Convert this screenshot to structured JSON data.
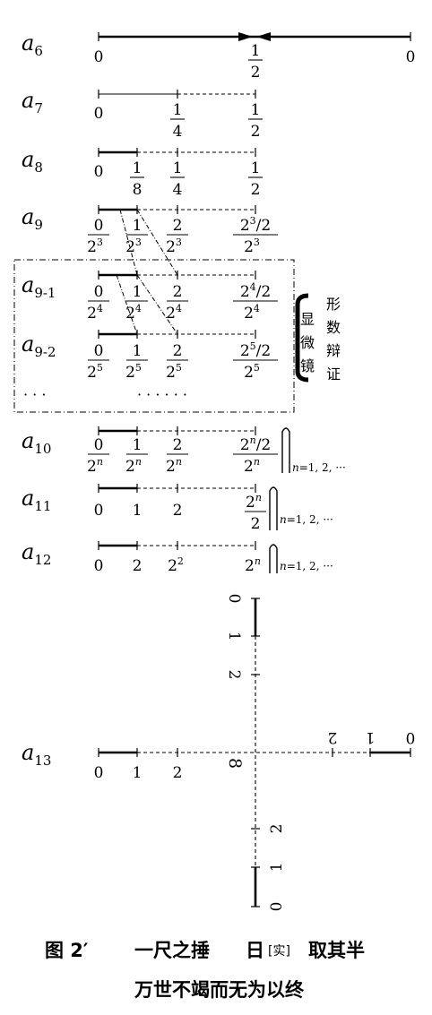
{
  "rows": {
    "a6": {
      "base": "a",
      "sub": "6",
      "ticks": [
        "0",
        "0"
      ],
      "half": {
        "num": "1",
        "den": "2"
      }
    },
    "a7": {
      "base": "a",
      "sub": "7",
      "ticks": [
        "0"
      ],
      "fracs": [
        {
          "num": "1",
          "den": "4"
        },
        {
          "num": "1",
          "den": "2"
        }
      ]
    },
    "a8": {
      "base": "a",
      "sub": "8",
      "ticks": [
        "0"
      ],
      "fracs": [
        {
          "num": "1",
          "den": "8"
        },
        {
          "num": "1",
          "den": "4"
        },
        {
          "num": "1",
          "den": "2"
        }
      ]
    },
    "a9": {
      "base": "a",
      "sub": "9",
      "fracs": [
        {
          "num": "0",
          "den": "2",
          "exp": "3"
        },
        {
          "num": "1",
          "den": "2",
          "exp": "3"
        },
        {
          "num": "2",
          "den": "2",
          "exp": "3"
        }
      ],
      "last": {
        "n1": "2",
        "e1": "3",
        "n2": "/2",
        "den": "2",
        "e2": "3"
      }
    },
    "a91": {
      "base": "a",
      "sub": "9-1",
      "fracs": [
        {
          "num": "0",
          "den": "2",
          "exp": "4"
        },
        {
          "num": "1",
          "den": "2",
          "exp": "4"
        },
        {
          "num": "2",
          "den": "2",
          "exp": "4"
        }
      ],
      "last": {
        "n1": "2",
        "e1": "4",
        "n2": "/2",
        "den": "2",
        "e2": "4"
      }
    },
    "a92": {
      "base": "a",
      "sub": "9-2",
      "fracs": [
        {
          "num": "0",
          "den": "2",
          "exp": "5"
        },
        {
          "num": "1",
          "den": "2",
          "exp": "5"
        },
        {
          "num": "2",
          "den": "2",
          "exp": "5"
        }
      ],
      "last": {
        "n1": "2",
        "e1": "5",
        "n2": "/2",
        "den": "2",
        "e2": "5"
      }
    },
    "a10": {
      "base": "a",
      "sub": "10",
      "fracs": [
        {
          "num": "0",
          "den": "2",
          "exp": "n"
        },
        {
          "num": "1",
          "den": "2",
          "exp": "n"
        },
        {
          "num": "2",
          "den": "2",
          "exp": "n"
        }
      ],
      "last": {
        "n1": "2",
        "e1": "n",
        "n2": "/2",
        "den": "2",
        "e2": "n"
      }
    },
    "a11": {
      "base": "a",
      "sub": "11",
      "ticks": [
        "0",
        "1",
        "2"
      ],
      "last": {
        "n1": "2",
        "e1": "n",
        "den": "2"
      }
    },
    "a12": {
      "base": "a",
      "sub": "12",
      "ticks": [
        "0",
        "2",
        "2",
        "2"
      ],
      "sq": "2",
      "en": "n"
    },
    "a13": {
      "base": "a",
      "sub": "13",
      "h_left": [
        "0",
        "1",
        "2"
      ],
      "h_right": [
        "0",
        "1",
        "2"
      ],
      "infinity": "8",
      "v_top": [
        "0",
        "1",
        "2"
      ],
      "v_bottom": [
        "2",
        "1",
        "0"
      ]
    }
  },
  "ellipsis": {
    "left": "· · ·",
    "mid": "· · · · · ·"
  },
  "mag": {
    "bracket_char": "(",
    "vertical_left": [
      "显",
      "微",
      "镜"
    ],
    "vertical_right": [
      "形",
      "数",
      "辩",
      "证"
    ]
  },
  "annotations": {
    "n_range_var": "n",
    "n_range_rest": "=1, 2, ···"
  },
  "caption": {
    "figure": "图 2′",
    "line1_a": "一尺之捶",
    "line1_b": "日",
    "line1_bracket": "[实]",
    "line1_c": "取其半",
    "line2": "万世不竭而无为以终"
  }
}
